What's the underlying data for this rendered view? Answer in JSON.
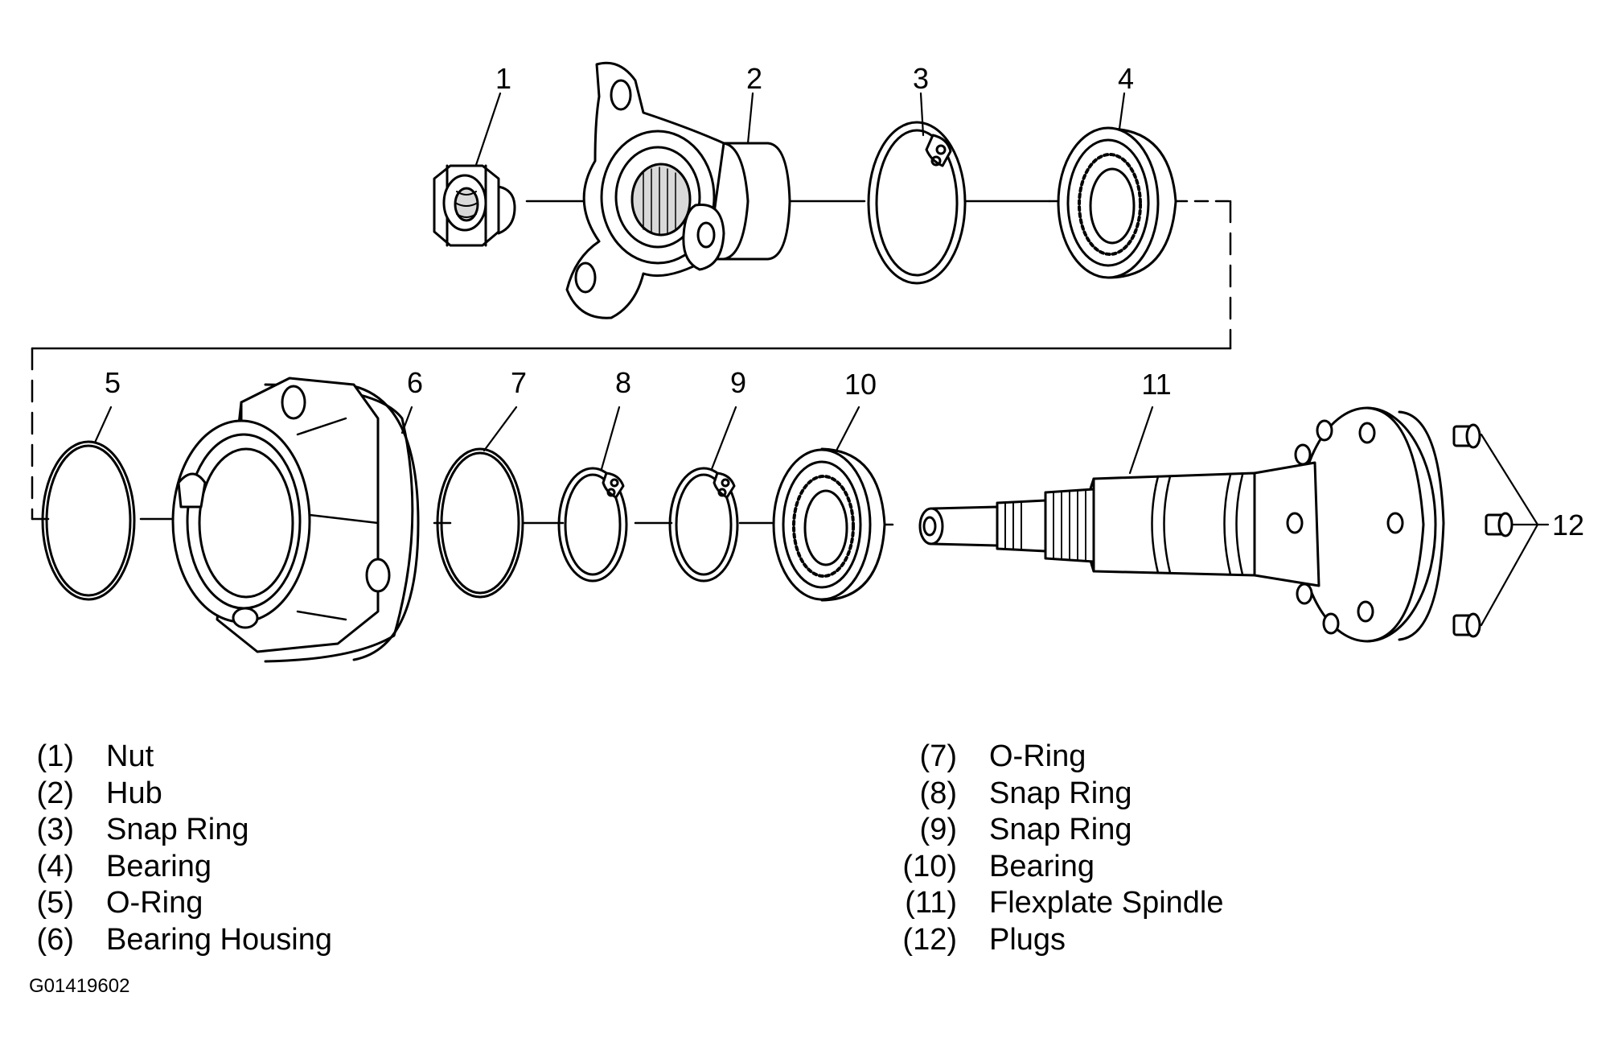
{
  "callouts": [
    {
      "number": "1"
    },
    {
      "number": "2"
    },
    {
      "number": "3"
    },
    {
      "number": "4"
    },
    {
      "number": "5"
    },
    {
      "number": "6"
    },
    {
      "number": "7"
    },
    {
      "number": "8"
    },
    {
      "number": "9"
    },
    {
      "number": "10"
    },
    {
      "number": "11"
    },
    {
      "number": "12"
    }
  ],
  "legend": {
    "left": [
      {
        "num": "(1)",
        "name": "Nut"
      },
      {
        "num": "(2)",
        "name": "Hub"
      },
      {
        "num": "(3)",
        "name": "Snap Ring"
      },
      {
        "num": "(4)",
        "name": "Bearing"
      },
      {
        "num": "(5)",
        "name": "O-Ring"
      },
      {
        "num": "(6)",
        "name": "Bearing Housing"
      }
    ],
    "right": [
      {
        "num": "(7)",
        "name": "O-Ring"
      },
      {
        "num": "(8)",
        "name": "Snap Ring"
      },
      {
        "num": "(9)",
        "name": "Snap Ring"
      },
      {
        "num": "(10)",
        "name": "Bearing"
      },
      {
        "num": "(11)",
        "name": "Flexplate Spindle"
      },
      {
        "num": "(12)",
        "name": "Plugs"
      }
    ]
  },
  "figure_id": "G01419602",
  "colors": {
    "ink": "#000000",
    "paper": "#ffffff",
    "shade": "#d9d9d9"
  }
}
